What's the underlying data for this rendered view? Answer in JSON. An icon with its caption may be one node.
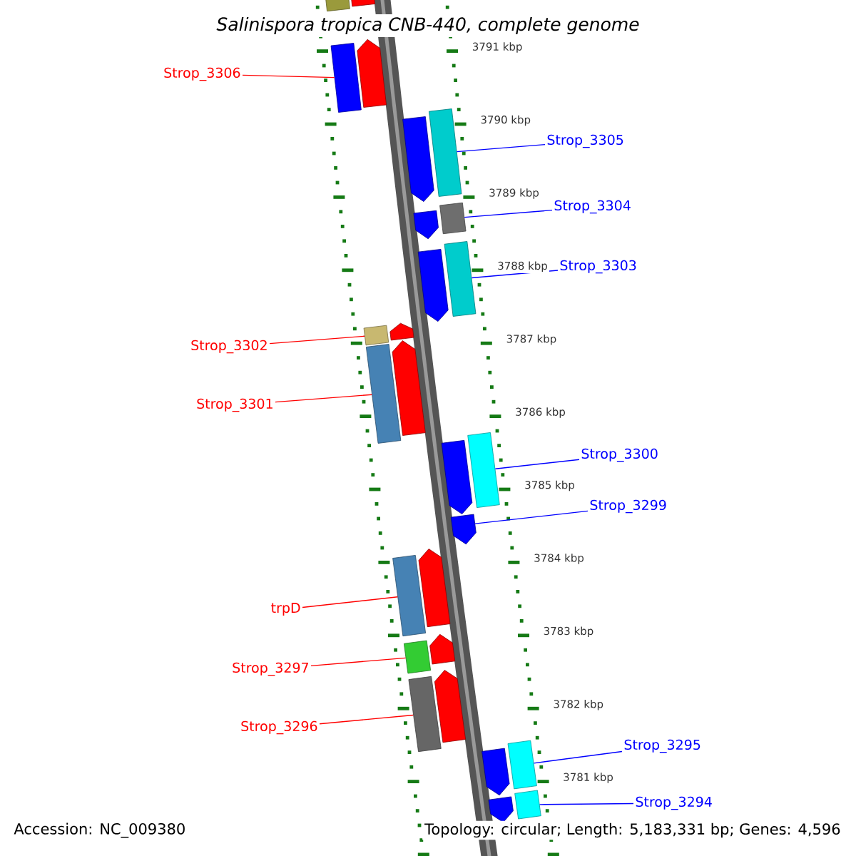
{
  "diagram": {
    "title": "Salinispora tropica CNB-440, complete genome",
    "nodes": [
      {
        "text": [],
        "shape": "bar"
      },
      {
        "text": [
          "Strop_3306"
        ]
      },
      {
        "text": [],
        "shape": "bar"
      },
      {
        "text": [
          "Strop_3305"
        ]
      },
      {
        "text": [],
        "shape": "bar"
      },
      {
        "text": [
          "Strop_3304"
        ]
      },
      {
        "text": [],
        "shape": "bar"
      },
      {
        "text": [
          "Strop_3303"
        ]
      },
      {
        "text": [],
        "shape": "bar"
      },
      {
        "text": [
          "Strop_3302"
        ]
      },
      {
        "text": [],
        "shape": "bar"
      },
      {
        "text": [
          "Strop_3301"
        ]
      },
      {
        "text": [],
        "shape": "bar"
      },
      {
        "text": [
          "Strop_3300"
        ]
      },
      {
        "text": [],
        "shape": "bar"
      },
      {
        "text": [
          "Strop_3299"
        ]
      },
      {
        "text": [],
        "shape": "arrow"
      },
      {
        "text": [
          "trpD"
        ]
      },
      {
        "text": [],
        "shape": "bar"
      },
      {
        "text": [
          "Strop_3297"
        ]
      },
      {
        "text": [],
        "shape": "bar"
      },
      {
        "text": [
          "Strop_3296"
        ]
      },
      {
        "text": [],
        "shape": "bar"
      },
      {
        "text": [
          "Strop_3295"
        ]
      },
      {
        "text": [],
        "shape": "bar"
      },
      {
        "text": [
          "Strop_3294"
        ]
      },
      {
        "text": [],
        "shape": "bar"
      },
      {
        "text": [],
        "shape": "arrow"
      },
      {
        "text": [],
        "shape": "arrow"
      },
      {
        "text": [],
        "shape": "arrow"
      },
      {
        "text": [],
        "shape": "arrow"
      },
      {
        "text": [],
        "shape": "arrow"
      },
      {
        "text": [],
        "shape": "arrow"
      },
      {
        "text": [],
        "shape": "arrow"
      },
      {
        "text": [],
        "shape": "arrow"
      },
      {
        "text": [],
        "shape": "arrow"
      },
      {
        "text": [],
        "shape": "arrow"
      },
      {
        "text": [],
        "shape": "arrow"
      },
      {
        "text": [],
        "shape": "arrow"
      },
      {
        "text": [],
        "shape": "arrow"
      }
    ],
    "edges": [
      {
        "from": 1,
        "to": 2,
        "arrow": "none",
        "color": "#ff0000"
      },
      {
        "from": 3,
        "to": 4,
        "arrow": "none"
      },
      {
        "from": 5,
        "to": 6,
        "arrow": "none"
      },
      {
        "from": 7,
        "to": 8,
        "arrow": "none"
      },
      {
        "from": 9,
        "to": 10,
        "arrow": "none",
        "color": "#ff0000"
      },
      {
        "from": 11,
        "to": 12,
        "arrow": "none",
        "color": "#ff0000"
      },
      {
        "from": 13,
        "to": 14,
        "arrow": "none"
      },
      {
        "from": 15,
        "to": 16,
        "arrow": "none"
      },
      {
        "from": 17,
        "to": 18,
        "arrow": "none",
        "color": "#ff0000"
      },
      {
        "from": 19,
        "to": 20,
        "arrow": "none",
        "color": "#ff0000"
      },
      {
        "from": 21,
        "to": 22,
        "arrow": "none",
        "color": "#ff0000"
      },
      {
        "from": 23,
        "to": 24,
        "arrow": "none"
      },
      {
        "from": 25,
        "to": 26,
        "arrow": "none"
      }
    ],
    "labels": [
      "3791 kbp",
      "3790 kbp",
      "3789 kbp",
      "3788 kbp",
      "3787 kbp",
      "3786 kbp",
      "3785 kbp",
      "3784 kbp",
      "3783 kbp",
      "3782 kbp",
      "3781 kbp",
      "Accession: NC_009380",
      "Topology: circular; Length: 5,183,331 bp; Genes: 4,596"
    ]
  }
}
